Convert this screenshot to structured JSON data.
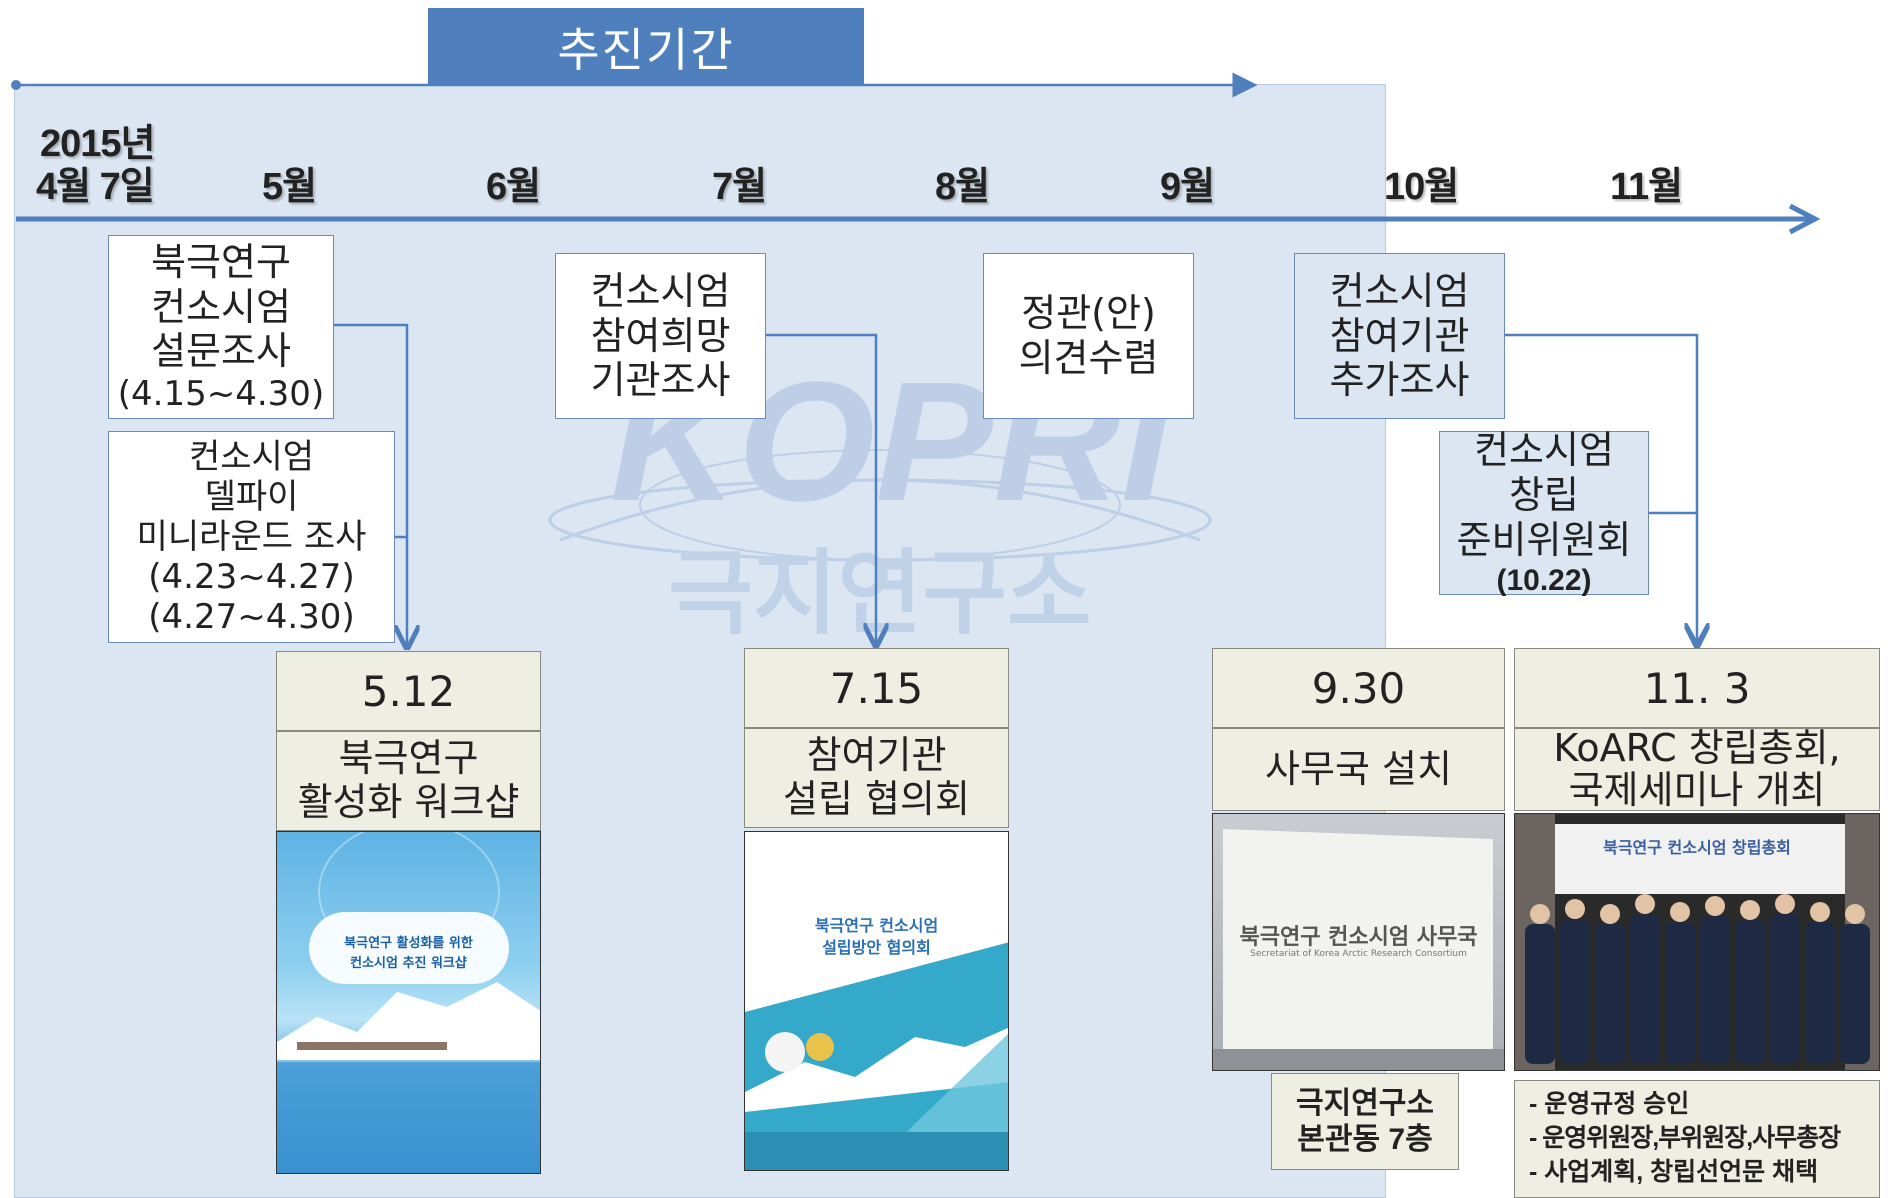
{
  "period_label": "추진기간",
  "year_label": "2015년",
  "months": [
    "4월 7일",
    "5월",
    "6월",
    "7월",
    "8월",
    "9월",
    "10월",
    "11월"
  ],
  "watermark": {
    "logo": "KOPRI",
    "name": "극지연구소"
  },
  "surveys": {
    "arctic_survey": [
      "북극연구",
      "컨소시엄",
      "설문조사",
      "(4.15~4.30)"
    ],
    "delphi": [
      "컨소시엄",
      "델파이",
      "미니라운드 조사",
      "(4.23~4.27)",
      "(4.27~4.30)"
    ],
    "participation": [
      "컨소시엄",
      "참여희망",
      "기관조사"
    ],
    "bylaws": [
      "정관(안)",
      "의견수렴"
    ],
    "additional": [
      "컨소시엄",
      "참여기관",
      "추가조사"
    ],
    "prep_committee": [
      "컨소시엄",
      "창립",
      "준비위원회"
    ],
    "prep_committee_date": "(10.22)"
  },
  "events": [
    {
      "date": "5.12",
      "title": [
        "북극연구",
        "활성화 워크샵"
      ],
      "poster": [
        "북극연구 활성화를 위한",
        "컨소시엄 추진 워크샵"
      ]
    },
    {
      "date": "7.15",
      "title": [
        "참여기관",
        "설립 협의회"
      ],
      "poster": [
        "북극연구 컨소시엄",
        "설립방안 협의회"
      ]
    },
    {
      "date": "9.30",
      "title": [
        "사무국 설치"
      ],
      "sign": [
        "북극연구 컨소시엄 사무국",
        "Secretariat of Korea Arctic Research Consortium"
      ],
      "location": [
        "극지연구소",
        "본관동 7층"
      ]
    },
    {
      "date": "11. 3",
      "title": [
        "KoARC 창립총회,",
        "국제세미나 개최"
      ],
      "banner": "북극연구 컨소시엄 창립총회",
      "notes": [
        "- 운영규정 승인",
        "- 운영위원장,부위원장,사무총장",
        "- 사업계획, 창립선언문 채택"
      ]
    }
  ],
  "colors": {
    "accent": "#4f7fbd",
    "period_bg": "#dce6f3",
    "event_bg": "#efeee2"
  }
}
